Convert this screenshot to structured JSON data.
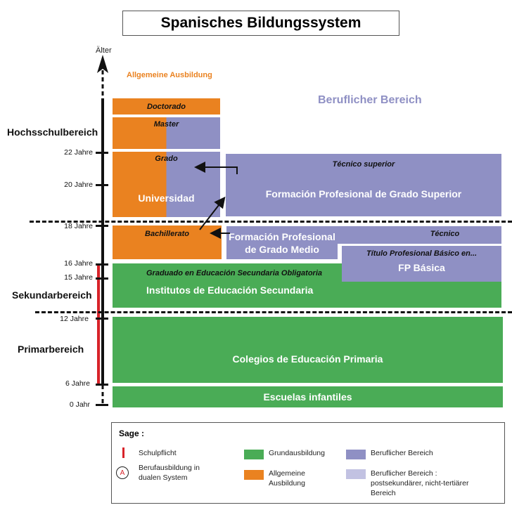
{
  "title": "Spanisches Bildungssystem",
  "axis": {
    "top_label": "Älter",
    "ticks": [
      "22 Jahre",
      "20 Jahre",
      "18 Jahre",
      "16 Jahre",
      "15 Jahre",
      "12 Jahre",
      "6 Jahre",
      "0 Jahr"
    ]
  },
  "regions": {
    "higher": "Hochsschulbereich",
    "secondary": "Sekundarbereich",
    "primary": "Primarbereich"
  },
  "headers": {
    "general": "Allgemeine Ausbildung",
    "vocational": "Beruflicher Bereich"
  },
  "blocks": {
    "doctorado": "Doctorado",
    "master": "Master",
    "grado": "Grado",
    "universidad": "Universidad",
    "tecnico_superior": "Técnico superior",
    "fp_grado_superior": "Formación Profesional de Grado Superior",
    "bachillerato": "Bachillerato",
    "fp_grado_medio_1": "Formación Profesional",
    "fp_grado_medio_2": "de Grado Medio",
    "tecnico": "Técnico",
    "titulo_basico": "Título Profesional Básico en...",
    "fp_basica": "FP Básica",
    "graduado_eso": "Graduado en Educación Secundaria Obligatoria",
    "institutos": "Institutos de Educación Secundaria",
    "colegios": "Colegios de Educación Primaria",
    "escuelas": "Escuelas infantiles"
  },
  "legend": {
    "title": "Sage :",
    "items": [
      {
        "label": "Schulpflicht"
      },
      {
        "label_1": "Berufausbildung in",
        "label_2": "dualen System",
        "marker": "A"
      },
      {
        "label": "Grundausbildung"
      },
      {
        "label_1": "Allgemeine",
        "label_2": "Ausbildung"
      },
      {
        "label": "Beruflicher Bereich"
      },
      {
        "label_1": "Beruflicher Bereich :",
        "label_2": "postsekundärer, nicht-tertiärer",
        "label_3": "Bereich"
      }
    ]
  },
  "colors": {
    "general": "#ea8220",
    "vocational": "#8f90c4",
    "basic": "#4aac56",
    "vocational_light": "#c2c2e2",
    "compulsory": "#d8232a",
    "vocational_header": "#8f90c4",
    "general_header": "#ea8220"
  }
}
